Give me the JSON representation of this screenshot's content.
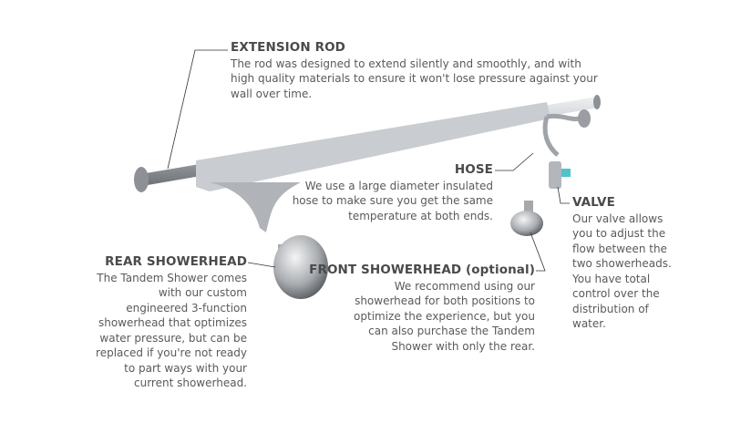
{
  "callouts": {
    "extension_rod": {
      "title": "EXTENSION ROD",
      "text": "The rod was designed to extend silently and smoothly, and with\nhigh quality materials to ensure it won't lose pressure against your\nwall over time."
    },
    "hose": {
      "title": "HOSE",
      "text": "We use a large diameter insulated\nhose to make sure you get the same\ntemperature at both ends."
    },
    "valve": {
      "title": "VALVE",
      "text": "Our valve allows\nyou to adjust the\nflow between the\ntwo showerheads.\nYou have total\ncontrol over the\ndistribution of\nwater."
    },
    "rear_showerhead": {
      "title": "REAR SHOWERHEAD",
      "text": "The Tandem Shower comes\nwith our custom\nengineered 3-function\nshowerhead that optimizes\nwater pressure, but can be\nreplaced if you're not ready\nto part ways with your\ncurrent showerhead."
    },
    "front_showerhead": {
      "title": "FRONT SHOWERHEAD (optional)",
      "text": "We recommend using our\nshowerhead for both positions to\noptimize the experience, but you\ncan also purchase the Tandem\nShower with only the rear."
    }
  },
  "colors": {
    "text": "#5a5a5a",
    "heading": "#4a4a4a",
    "chrome": "#b9bcc0",
    "valve_accent": "#4fc3c9"
  }
}
